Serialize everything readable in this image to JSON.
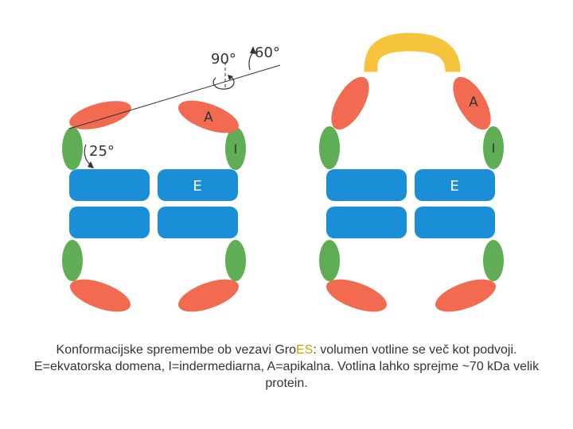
{
  "colors": {
    "equatorial": "#1a8fd8",
    "intermediate": "#5fae55",
    "apical": "#f26b50",
    "groes": "#f5c43a",
    "groes_text": "#c9a400",
    "text": "#333333"
  },
  "diagram": {
    "labels": {
      "equatorial": "E",
      "intermediate": "I",
      "apical": "A"
    },
    "angles": {
      "angle_90": "90°",
      "angle_60": "60°",
      "angle_25": "25°"
    }
  },
  "caption": {
    "part1": "Konformacijske spremembe ob vezavi Gro",
    "highlight": "ES",
    "part2": ": volumen votline se več kot podvoji. E=ekvatorska domena, I=indermediarna, A=apikalna. Votlina lahko sprejme ~70 kDa velik protein."
  }
}
